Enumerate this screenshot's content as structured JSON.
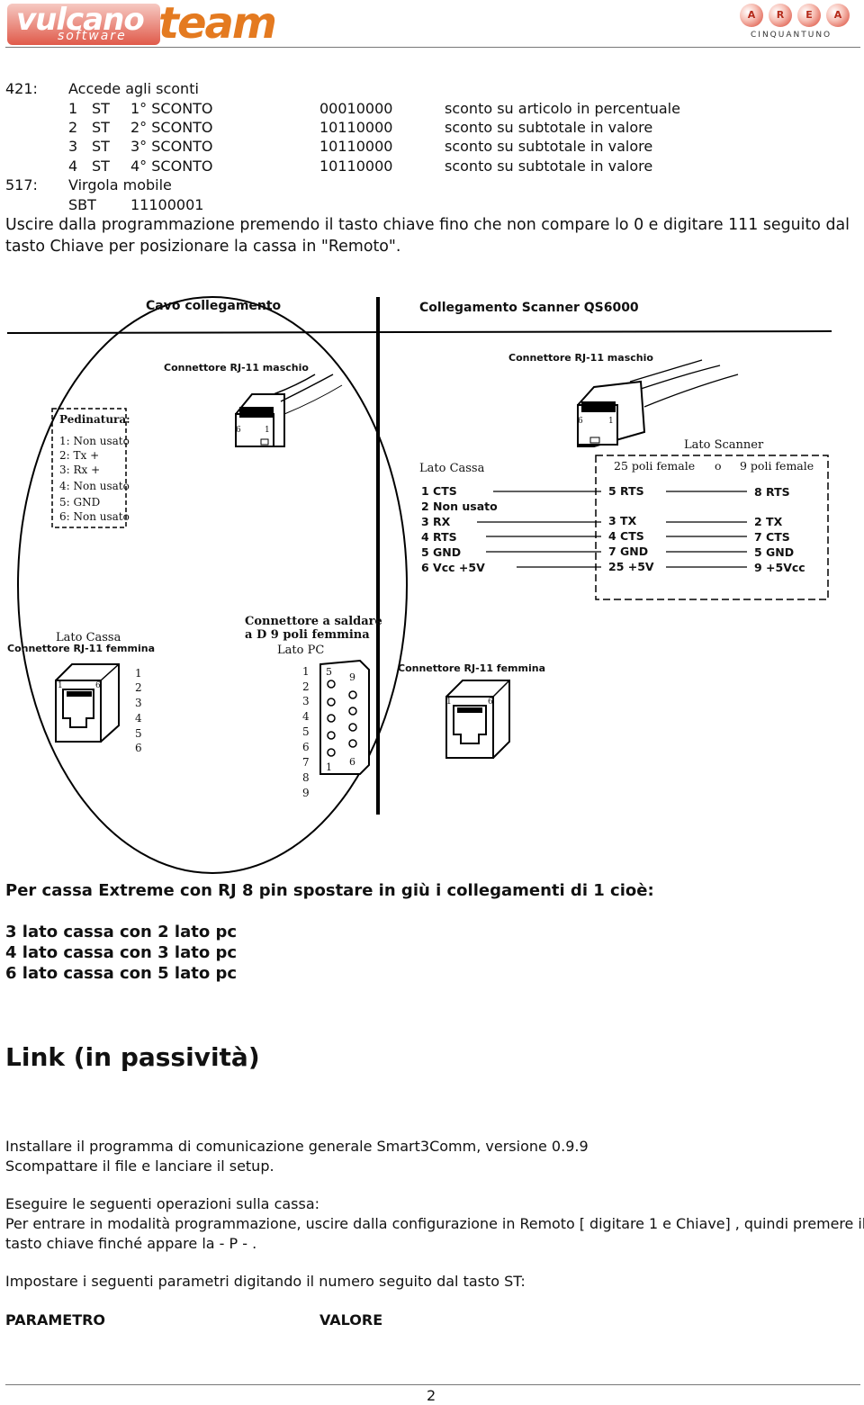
{
  "header": {
    "logo_left_a": "vulcano",
    "logo_left_b": "software",
    "logo_left_c": "team",
    "logo_right_letters": [
      "A",
      "R",
      "E",
      "A"
    ],
    "logo_right_sub": "CINQUANTUNO"
  },
  "params_421": {
    "code": "421:",
    "label": "Accede agli sconti",
    "rows": [
      {
        "n": "1",
        "key": "ST",
        "name": "1° SCONTO",
        "value": "00010000",
        "desc": "sconto su articolo in percentuale"
      },
      {
        "n": "2",
        "key": "ST",
        "name": "2° SCONTO",
        "value": "10110000",
        "desc": "sconto su subtotale in valore"
      },
      {
        "n": "3",
        "key": "ST",
        "name": "3° SCONTO",
        "value": "10110000",
        "desc": "sconto su subtotale in valore"
      },
      {
        "n": "4",
        "key": "ST",
        "name": "4° SCONTO",
        "value": "10110000",
        "desc": "sconto su subtotale in valore"
      }
    ]
  },
  "params_517": {
    "code": "517:",
    "label": "Virgola mobile",
    "key": "SBT",
    "value": "11100001"
  },
  "instructions": {
    "line1": "Uscire dalla programmazione premendo il tasto chiave fino che non compare lo 0 e digitare 111 seguito dal",
    "line2": "tasto Chiave per posizionare la cassa in \"Remoto\"."
  },
  "diagram": {
    "left_title": "Cavo collegamento",
    "right_title": "Collegamento Scanner QS6000",
    "left_rj11_male": "Connettore RJ-11  maschio",
    "right_rj11_male": "Connettore RJ-11  maschio",
    "pin_6": "6",
    "pin_1": "1",
    "pinout_title": "Pedinatura:",
    "pinout": [
      "1: Non usato",
      "2: Tx +",
      "3: Rx +",
      "4: Non usato",
      "5: GND",
      "6: Non usato"
    ],
    "lato_cassa": "Lato Cassa",
    "cassa_pins": [
      "1  CTS",
      "2  Non usato",
      "3  RX",
      "4  RTS",
      "5  GND",
      "6  Vcc  +5V"
    ],
    "lato_scanner": "Lato Scanner",
    "scanner_header_a": "25 poli  female",
    "scanner_header_o": "o",
    "scanner_header_b": "9 poli female",
    "db25_pins": [
      "5 RTS",
      "3 TX",
      "4 CTS",
      "7 GND",
      "25 +5V"
    ],
    "db9_pins": [
      "8  RTS",
      "2  TX",
      "7  CTS",
      "5  GND",
      "9 +5Vcc"
    ],
    "bottom_lato_cassa": "Lato Cassa",
    "bottom_rj11_female_left": "Connettore RJ-11 femmina",
    "bottom_rj11_female_right": "Connettore RJ-11  femmina",
    "db9_solder_title_1": "Connettore a saldare",
    "db9_solder_title_2": "a D 9 poli femmina",
    "db9_solder_title_3": "Lato PC",
    "left_numbers": [
      "1",
      "2",
      "3",
      "4",
      "5",
      "6"
    ],
    "db9_numbers": [
      "1",
      "2",
      "3",
      "4",
      "5",
      "6",
      "7",
      "8",
      "9"
    ],
    "db9_face_top": [
      "5",
      "9"
    ],
    "db9_face_bottom": [
      "1",
      "6"
    ]
  },
  "extreme": {
    "title": "Per cassa Extreme con RJ 8 pin spostare in giù i collegamenti di 1 cioè:",
    "lines": [
      "3 lato cassa con 2 lato pc",
      "4 lato cassa con 3 lato pc",
      "6 lato cassa con 5 lato pc"
    ]
  },
  "link": {
    "title": "Link (in passività)",
    "p1": "Installare il programma di comunicazione generale Smart3Comm, versione 0.9.9",
    "p2": "Scompattare il file e lanciare il setup.",
    "p3": "Eseguire le seguenti operazioni sulla cassa:",
    "p4": "Per entrare in modalità programmazione, uscire dalla configurazione in Remoto [ digitare 1 e Chiave] , quindi premere il",
    "p5": "tasto chiave finché appare la  - P - .",
    "p6": "Impostare i seguenti parametri digitando il numero seguito dal tasto ST:",
    "col1": "PARAMETRO",
    "col2": "VALORE"
  },
  "footer": {
    "page": "2"
  }
}
